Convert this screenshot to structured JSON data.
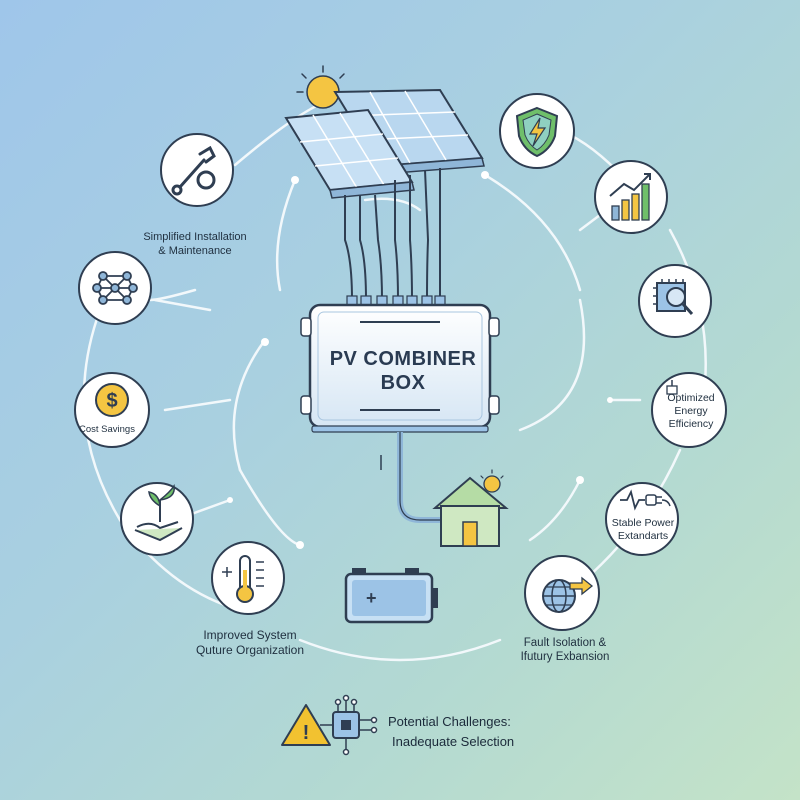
{
  "diagram": {
    "title_line1": "PV COMBINER",
    "title_line2": "BOX",
    "benefits_left": [
      {
        "line1": "Simplified Installation",
        "line2": "& Maintenance",
        "icon": "wrench-gear-icon"
      },
      {
        "icon": "network-nodes-icon"
      },
      {
        "line1": "Cost Savings",
        "icon": "dollar-coin-icon"
      },
      {
        "icon": "hand-plant-icon"
      },
      {
        "line1": "Improved System",
        "line2": "Quture Organization",
        "icon": "thermometer-icon"
      }
    ],
    "benefits_right": [
      {
        "icon": "shield-lightning-icon"
      },
      {
        "icon": "growth-chart-icon"
      },
      {
        "icon": "chip-magnifier-icon"
      },
      {
        "line1": "Optimized",
        "line2": "Energy",
        "line3": "Efficiency",
        "icon": "plug-icon"
      },
      {
        "line1": "Stable Power",
        "line2": "Extandarts",
        "icon": "waveform-plug-icon"
      },
      {
        "line1": "Fault Isolation &",
        "line2": "Ifutury Exbansion",
        "icon": "globe-arrow-icon"
      }
    ],
    "battery_symbol": "+",
    "challenges": {
      "title": "Potential Challenges:",
      "subtitle": "Inadequate Selection",
      "warning_symbol": "!"
    },
    "colors": {
      "sun": "#f4c542",
      "panel": "#b9d7ef",
      "box": "#e8f1fa",
      "circle_fill": "#ffffff",
      "line": "#f0f6fa",
      "ink": "#2f3e52",
      "accent_green": "#6fbf6a",
      "warning": "#f2c230"
    }
  }
}
